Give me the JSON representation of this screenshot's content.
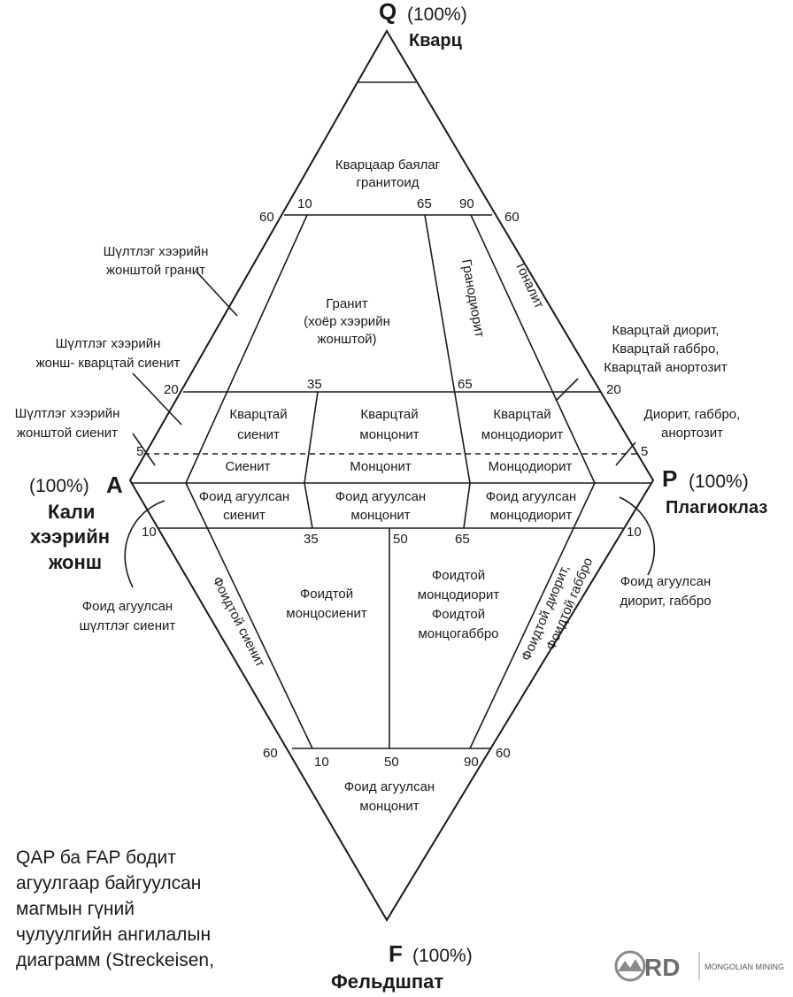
{
  "vertices": {
    "q": {
      "letter": "Q",
      "pct": "(100%)",
      "name": "Кварц"
    },
    "a": {
      "letter": "A",
      "pct": "(100%)",
      "name_lines": [
        "Кали",
        "хээрийн",
        "жонш"
      ]
    },
    "p": {
      "letter": "P",
      "pct": "(100%)",
      "name": "Плагиоклаз"
    },
    "f": {
      "letter": "F",
      "pct": "(100%)",
      "name": "Фельдшпат"
    }
  },
  "ticks": {
    "q60_left": "60",
    "q10": "10",
    "q65": "65",
    "q90": "90",
    "q60_right": "60",
    "q20_left": "20",
    "q35": "35",
    "q65_b": "65",
    "q20_right": "20",
    "q5_left": "5",
    "q5_right": "5",
    "f10_left": "10",
    "f35": "35",
    "f50": "50",
    "f65": "65",
    "f10_right": "10",
    "f60_left": "60",
    "f10_b": "10",
    "f50_b": "50",
    "f90": "90",
    "f60_right": "60"
  },
  "fields": {
    "quartz_rich": [
      "Кварцаар баялаг",
      "гранитоид"
    ],
    "granite": [
      "Гранит",
      "(хоёр хээрийн",
      "жонштой)"
    ],
    "granodiorite": "Гранодиорит",
    "tonalite": "Тоналит",
    "quartz_syenite": [
      "Кварцтай",
      "сиенит"
    ],
    "quartz_monzonite": [
      "Кварцтай",
      "монцонит"
    ],
    "quartz_monzodiorite": [
      "Кварцтай",
      "монцодиорит"
    ],
    "syenite": "Сиенит",
    "monzonite": "Монцонит",
    "monzodiorite": "Монцодиорит",
    "foid_syenite": [
      "Фоид агуулсан",
      "сиенит"
    ],
    "foid_monzonite": [
      "Фоид агуулсан",
      "монцонит"
    ],
    "foid_monzodiorite": [
      "Фоид агуулсан",
      "монцодиорит"
    ],
    "foid_monzosyenite": [
      "Фоидтой",
      "монцосиенит"
    ],
    "foid_monzodiorite_gabbro": [
      "Фоидтой",
      "монцодиорит",
      "Фоидтой",
      "монцогаббро"
    ],
    "foid_syenite_side": "Фоидтой сиенит",
    "foid_diorite_side": [
      "Фоидтой диорит,",
      "Фоидтой габбро"
    ],
    "foid_monzonite_bottom": [
      "Фоид агуулсан",
      "монцонит"
    ]
  },
  "callouts": {
    "alk_granite": [
      "Шүлтлэг хээрийн",
      "жонштой гранит"
    ],
    "alk_quartz_syenite": [
      "Шүлтлэг хээрийн",
      "жонш- кварцтай сиенит"
    ],
    "alk_syenite": [
      "Шүлтлэг хээрийн",
      "жонштой сиенит"
    ],
    "quartz_diorite": [
      "Кварцтай диорит,",
      "Кварцтай габбро,",
      "Кварцтай анортозит"
    ],
    "diorite": [
      "Диорит, габбро,",
      "анортозит"
    ],
    "foid_alk_syenite": [
      "Фоид агуулсан",
      "шүлтлэг сиенит"
    ],
    "foid_diorite": [
      "Фоид агуулсан",
      "диорит, габбро"
    ]
  },
  "caption": [
    "QAP ба FAP бодит",
    "агуулгаар байгуулсан",
    "магмын гүний",
    "чулуулгийн ангилалын",
    "диаграмм (Streckeisen,"
  ],
  "brand": {
    "logo": "RD",
    "name": "MONGOLIAN MINING"
  }
}
